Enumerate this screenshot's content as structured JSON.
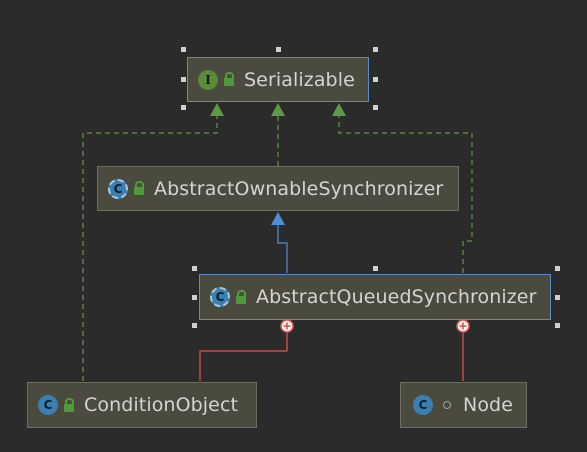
{
  "diagram": {
    "nodes": [
      {
        "id": "serializable",
        "label": "Serializable",
        "kind": "interface",
        "badge_letter": "I",
        "visibility_icon": "public-lock-icon",
        "selected": true
      },
      {
        "id": "aos",
        "label": "AbstractOwnableSynchronizer",
        "kind": "abstract-class",
        "badge_letter": "C",
        "visibility_icon": "public-lock-icon",
        "selected": false
      },
      {
        "id": "aqs",
        "label": "AbstractQueuedSynchronizer",
        "kind": "abstract-class",
        "badge_letter": "C",
        "visibility_icon": "public-lock-icon",
        "selected": true
      },
      {
        "id": "condition",
        "label": "ConditionObject",
        "kind": "class",
        "badge_letter": "C",
        "visibility_icon": "public-lock-icon",
        "selected": false
      },
      {
        "id": "node",
        "label": "Node",
        "kind": "static-class",
        "badge_letter": "C",
        "visibility_icon": "package-private-dot-icon",
        "selected": false
      }
    ],
    "edges": [
      {
        "from": "aos",
        "to": "serializable",
        "type": "implements"
      },
      {
        "from": "aqs",
        "to": "serializable",
        "type": "implements"
      },
      {
        "from": "condition",
        "to": "serializable",
        "type": "implements"
      },
      {
        "from": "aqs",
        "to": "aos",
        "type": "extends"
      },
      {
        "from": "condition",
        "to": "aqs",
        "type": "inner-class"
      },
      {
        "from": "node",
        "to": "aqs",
        "type": "inner-class"
      }
    ],
    "colors": {
      "background": "#2b2b2b",
      "node_fill": "#4b4a3f",
      "selection_border": "#5d89c7",
      "implements_edge": "#5c9a48",
      "extends_edge": "#4d8fd6",
      "inner_class_edge": "#e05555"
    }
  }
}
